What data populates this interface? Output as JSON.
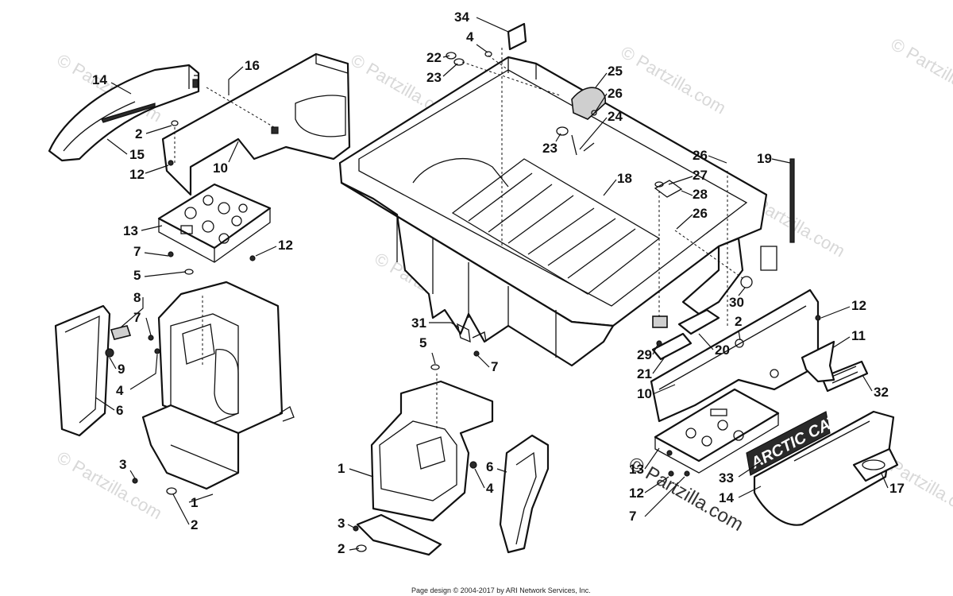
{
  "watermarks": [
    "© Partzilla.com",
    "© Partzilla.com",
    "© Partzilla.com",
    "© Partzilla.com",
    "© Partzilla.com",
    "© Partzilla.com",
    "© Partzilla.com",
    "© Partzilla.com"
  ],
  "watermark_bold": "© Partzilla.com",
  "decal_brand": "ARCTIC CAT",
  "footer": "Page design © 2004-2017 by ARI Network Services, Inc.",
  "callouts": [
    "34",
    "4",
    "22",
    "23",
    "25",
    "26",
    "24",
    "23",
    "14",
    "16",
    "2",
    "15",
    "12",
    "10",
    "18",
    "26",
    "27",
    "28",
    "26",
    "19",
    "13",
    "7",
    "12",
    "5",
    "8",
    "7",
    "9",
    "4",
    "6",
    "31",
    "5",
    "7",
    "30",
    "12",
    "2",
    "11",
    "29",
    "21",
    "20",
    "10",
    "32",
    "3",
    "1",
    "2",
    "1",
    "3",
    "2",
    "6",
    "4",
    "13",
    "12",
    "7",
    "33",
    "14",
    "17"
  ]
}
